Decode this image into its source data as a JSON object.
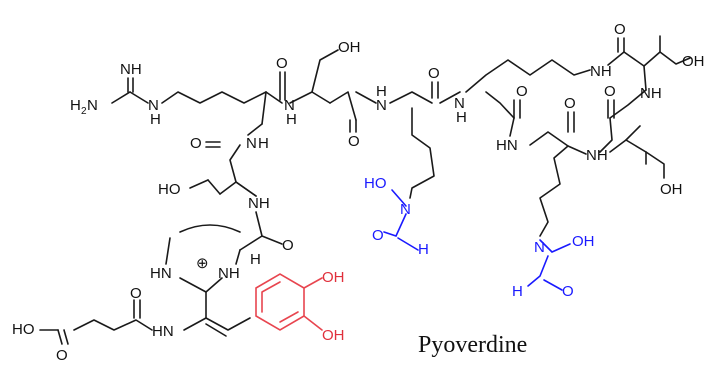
{
  "diagram": {
    "title": "Pyoverdine",
    "colors": {
      "black": "#111111",
      "hydroxamate": "#1a1aff",
      "catechol": "#e0303c"
    },
    "atoms": {
      "imine_nh": "NH",
      "amine_h2n": "H",
      "amine_h2n_n": "N",
      "amine_sub": "2",
      "arg_nh": "N",
      "arg_nh_h": "H",
      "amide_o1": "O",
      "ser1_oh": "OH",
      "amide_h1": "H",
      "amide_n1": "N",
      "amide_o2": "O",
      "amide_h2": "H",
      "amide_n2": "N",
      "amide_o3": "O",
      "amide_n3": "N",
      "amide_h3": "H",
      "lys_nh": "NH",
      "amide_o4": "O",
      "thr_oh1": "OH",
      "amide_o5": "O",
      "thr_nh": "NH",
      "amide_o6": "O",
      "ser_o_nh": "O",
      "ser_o_nh_n": "NH",
      "ser2_oh": "HO",
      "ser2_nh": "NH",
      "hn_amide": "HN",
      "amide_o7": "O",
      "nh_amide2": "N",
      "nh_amide2_h": "H",
      "thr_oh2": "OH",
      "hydrox1_ho": "HO",
      "hydrox1_n": "N",
      "hydrox1_o": "O",
      "hydrox1_h": "H",
      "hydrox2_n": "N",
      "hydrox2_oh": "OH",
      "hydrox2_h": "H",
      "hydrox2_o": "O",
      "ring_hn": "HN",
      "ring_nh": "NH",
      "ring_h": "H",
      "plus": "⊕",
      "amide_o8": "O",
      "cat_oh1": "OH",
      "cat_oh2": "OH",
      "acid_ho": "HO",
      "acid_o": "O",
      "succ_o": "O",
      "succ_hn": "HN"
    }
  }
}
